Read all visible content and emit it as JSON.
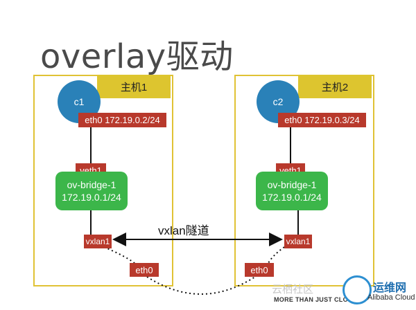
{
  "title": "overlay驱动",
  "hosts": [
    {
      "label": "主机1",
      "container": "c1",
      "container_eth": "eth0 172.19.0.2/24",
      "veth": "veth1",
      "bridge_name": "ov-bridge-1",
      "bridge_ip": "172.19.0.1/24",
      "vxlan": "vxlan1",
      "eth": "eth0"
    },
    {
      "label": "主机2",
      "container": "c2",
      "container_eth": "eth0 172.19.0.3/24",
      "veth": "veth1",
      "bridge_name": "ov-bridge-1",
      "bridge_ip": "172.19.0.1/24",
      "vxlan": "vxlan1",
      "eth": "eth0"
    }
  ],
  "tunnel_label": "vxlan隧道",
  "footer": {
    "tagline": "MORE THAN JUST CLOUD",
    "watermark": "云栖社区",
    "brand": "运维网",
    "brand_sub": "Alibaba Cloud"
  },
  "colors": {
    "host_border": "#e0c234",
    "host_label": "#ddc52f",
    "container": "#2a81b8",
    "interface": "#b8392c",
    "bridge": "#3cb64a"
  }
}
